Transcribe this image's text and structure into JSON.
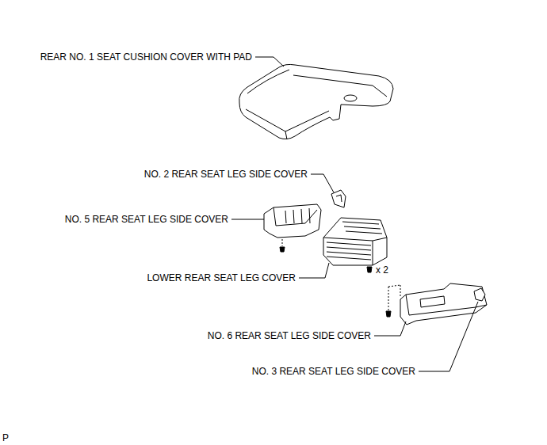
{
  "diagram": {
    "labels": [
      "REAR NO. 1 SEAT CUSHION COVER WITH PAD",
      "NO. 2 REAR SEAT LEG SIDE COVER",
      "NO. 5 REAR SEAT LEG SIDE COVER",
      "x 2",
      "LOWER REAR SEAT LEG COVER",
      "NO. 6 REAR SEAT LEG SIDE COVER",
      "NO. 3 REAR SEAT LEG SIDE COVER",
      "P"
    ]
  }
}
